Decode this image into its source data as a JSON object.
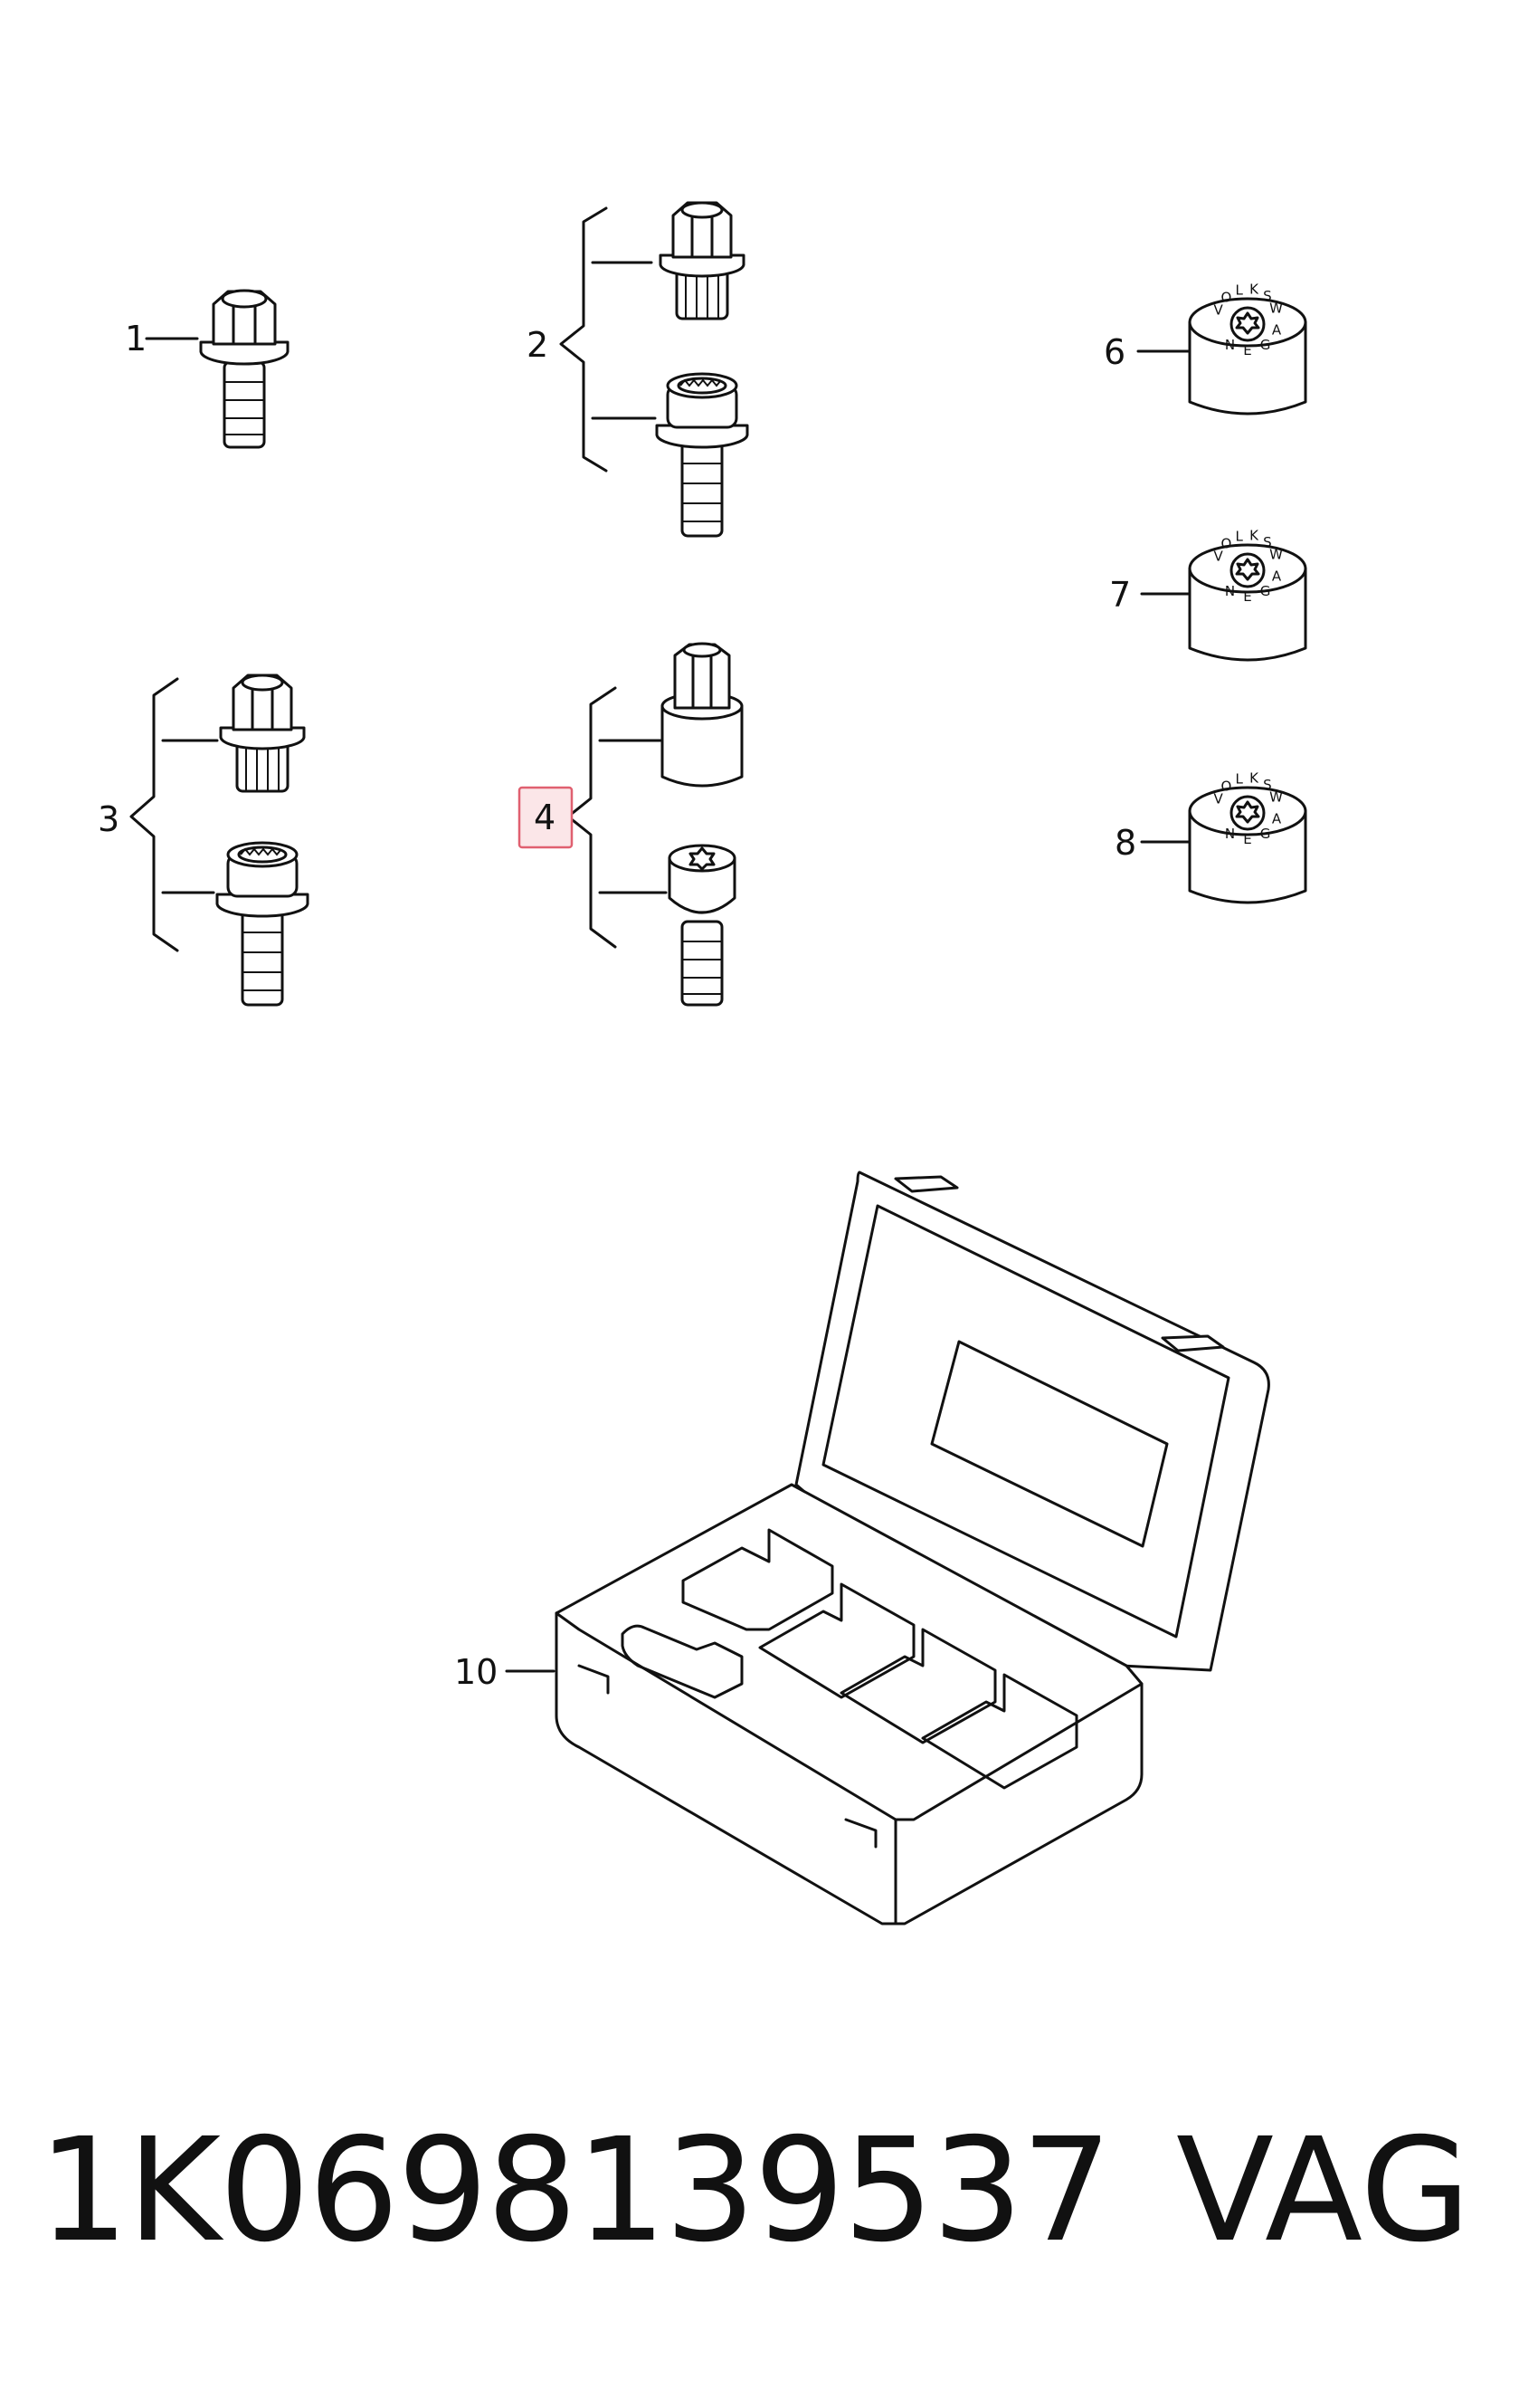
{
  "callouts": {
    "c1": "1",
    "c2": "2",
    "c3": "3",
    "c4": "4",
    "c6": "6",
    "c7": "7",
    "c8": "8",
    "c10": "10"
  },
  "cap_logo_letters": [
    "V",
    "O",
    "L",
    "K",
    "S",
    "W",
    "A",
    "G",
    "E",
    "N"
  ],
  "highlighted_callout": "4",
  "footer": {
    "part_number": "1K0698139537",
    "brand": "VAG"
  },
  "colors": {
    "highlight_fill": "#fbe6e8",
    "highlight_stroke": "#e06070",
    "line": "#111111"
  }
}
